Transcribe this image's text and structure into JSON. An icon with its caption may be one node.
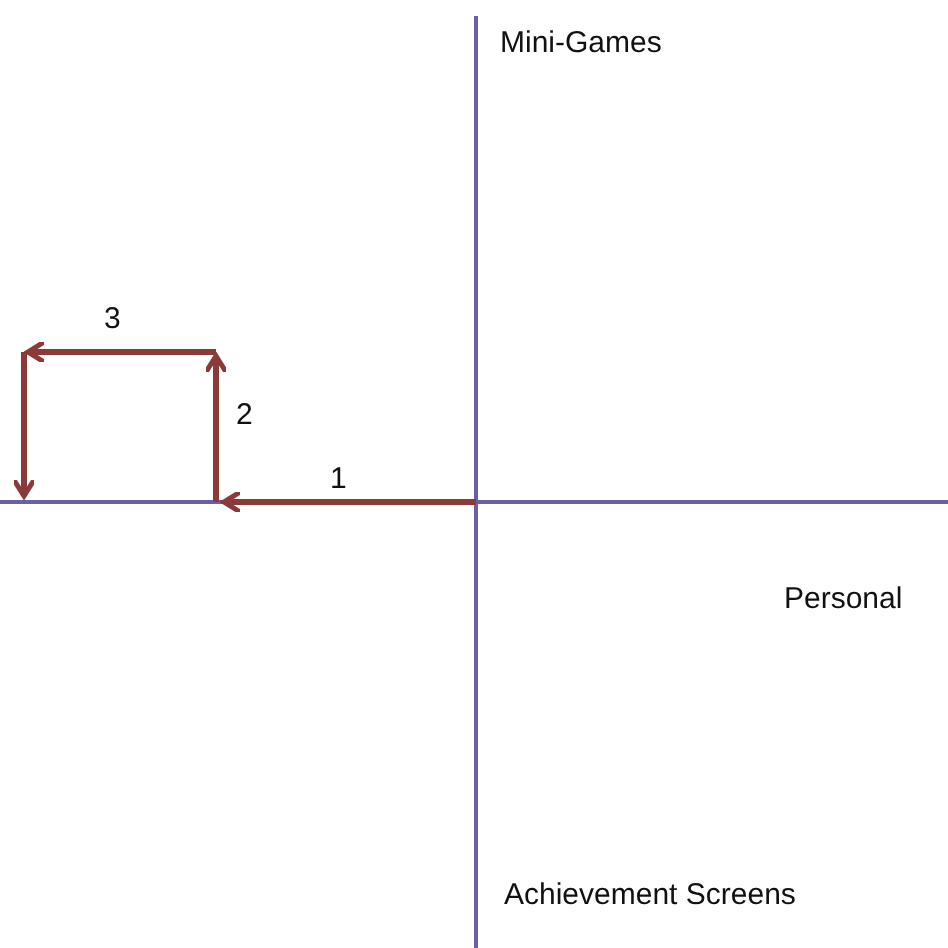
{
  "diagram": {
    "labels": [
      "Mini-Games",
      "3",
      "2",
      "1",
      "Personal",
      "Achievement Screens"
    ]
  }
}
